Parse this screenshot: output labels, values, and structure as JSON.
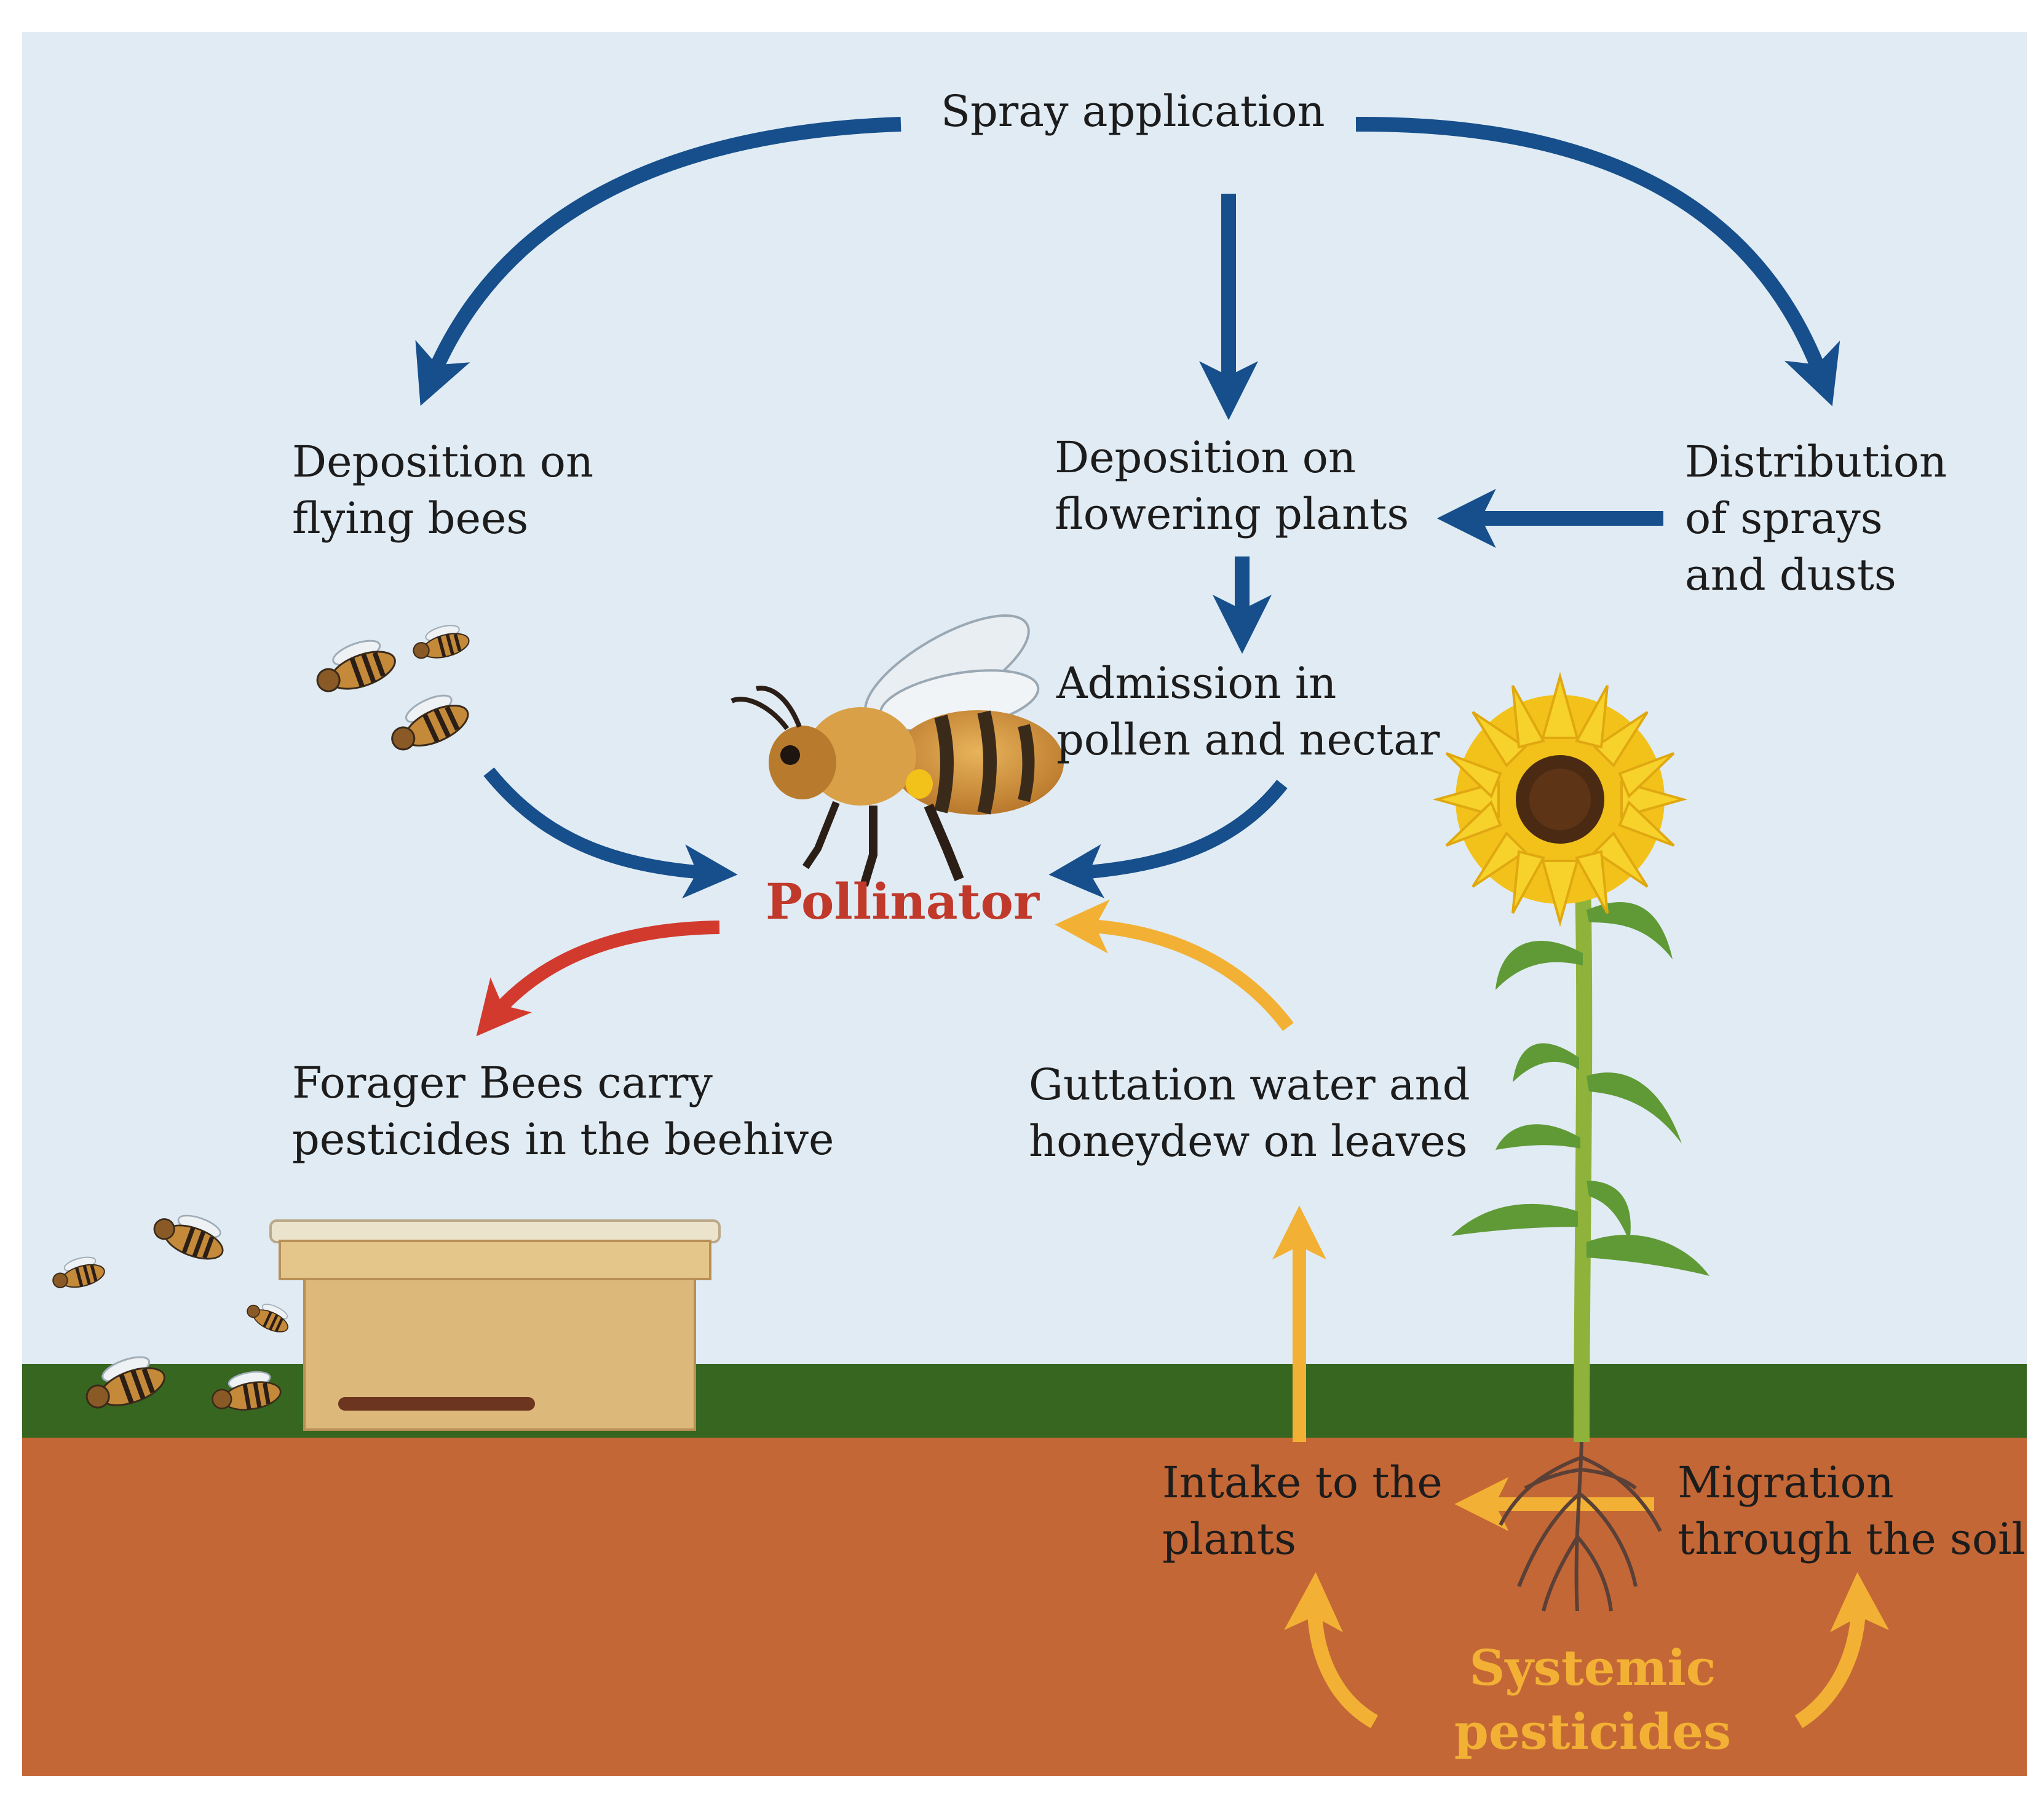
{
  "labels": {
    "spray_application": "Spray application",
    "deposition_bees": [
      "Deposition on",
      "flying bees"
    ],
    "deposition_plants": [
      "Deposition on",
      "flowering plants"
    ],
    "distribution": [
      "Distribution",
      "of sprays",
      "and dusts"
    ],
    "admission": [
      "Admission in",
      "pollen and nectar"
    ],
    "pollinator": "Pollinator",
    "forager": [
      "Forager Bees carry",
      "pesticides in the beehive"
    ],
    "guttation": [
      "Guttation water and",
      "honeydew on leaves"
    ],
    "intake": [
      "Intake to the",
      "plants"
    ],
    "migration": [
      "Migration",
      "through the soil"
    ],
    "systemic": [
      "Systemic",
      "pesticides"
    ]
  },
  "colors": {
    "sky": "#e1ebf3",
    "grass": "#36661f",
    "soil": "#c46736",
    "arrow_blue": "#164f8c",
    "arrow_red": "#d23a2e",
    "arrow_orange": "#f2b134",
    "pollinator_text": "#c0392b"
  }
}
